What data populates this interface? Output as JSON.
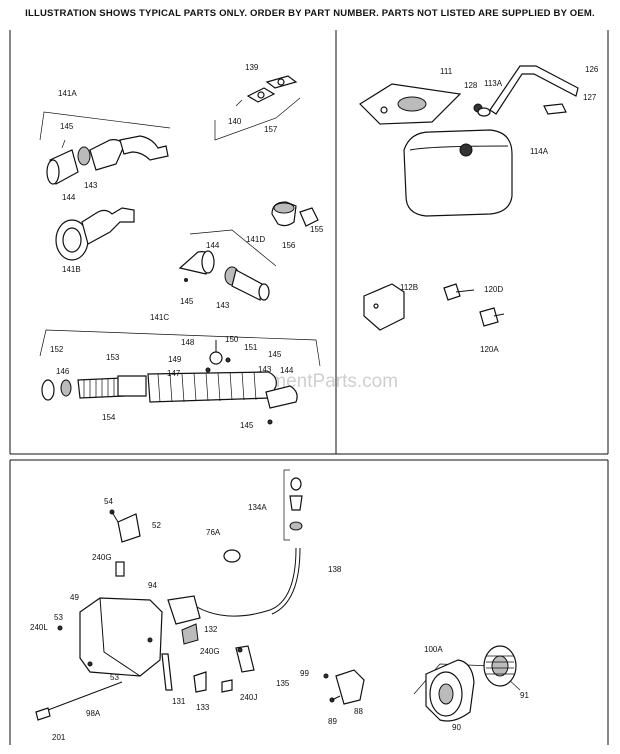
{
  "header": "ILLUSTRATION SHOWS TYPICAL PARTS ONLY. ORDER BY PART NUMBER. PARTS NOT LISTED ARE SUPPLIED BY OEM.",
  "watermark": "eReplacementParts.com",
  "labels": {
    "l139": "139",
    "l140": "140",
    "l157": "157",
    "l141a": "141A",
    "l145a": "145",
    "l143a": "143",
    "l144a": "144",
    "l141b": "141B",
    "l144b": "144",
    "l141d": "141D",
    "l156": "156",
    "l155": "155",
    "l145b": "145",
    "l143b": "143",
    "l141c": "141C",
    "l148": "148",
    "l150": "150",
    "l151": "151",
    "l149": "149",
    "l147": "147",
    "l145c": "145",
    "l143c": "143",
    "l144c": "144",
    "l145d": "145",
    "l152": "152",
    "l146": "146",
    "l153": "153",
    "l154": "154",
    "l111": "111",
    "l128": "128",
    "l113a": "113A",
    "l126": "126",
    "l127": "127",
    "l114a": "114A",
    "l112b": "112B",
    "l120d": "120D",
    "l120a": "120A",
    "l54": "54",
    "l52": "52",
    "l240g": "240G",
    "l76a": "76A",
    "l134a": "134A",
    "l138": "138",
    "l49": "49",
    "l94": "94",
    "l53": "53",
    "l240l": "240L",
    "l132": "132",
    "l240g2": "240G",
    "l135": "135",
    "l53b": "53",
    "l131": "131",
    "l133": "133",
    "l240j": "240J",
    "l98a": "98A",
    "l201": "201",
    "l99": "99",
    "l88": "88",
    "l89": "89",
    "l100a": "100A",
    "l91": "91",
    "l90": "90"
  }
}
